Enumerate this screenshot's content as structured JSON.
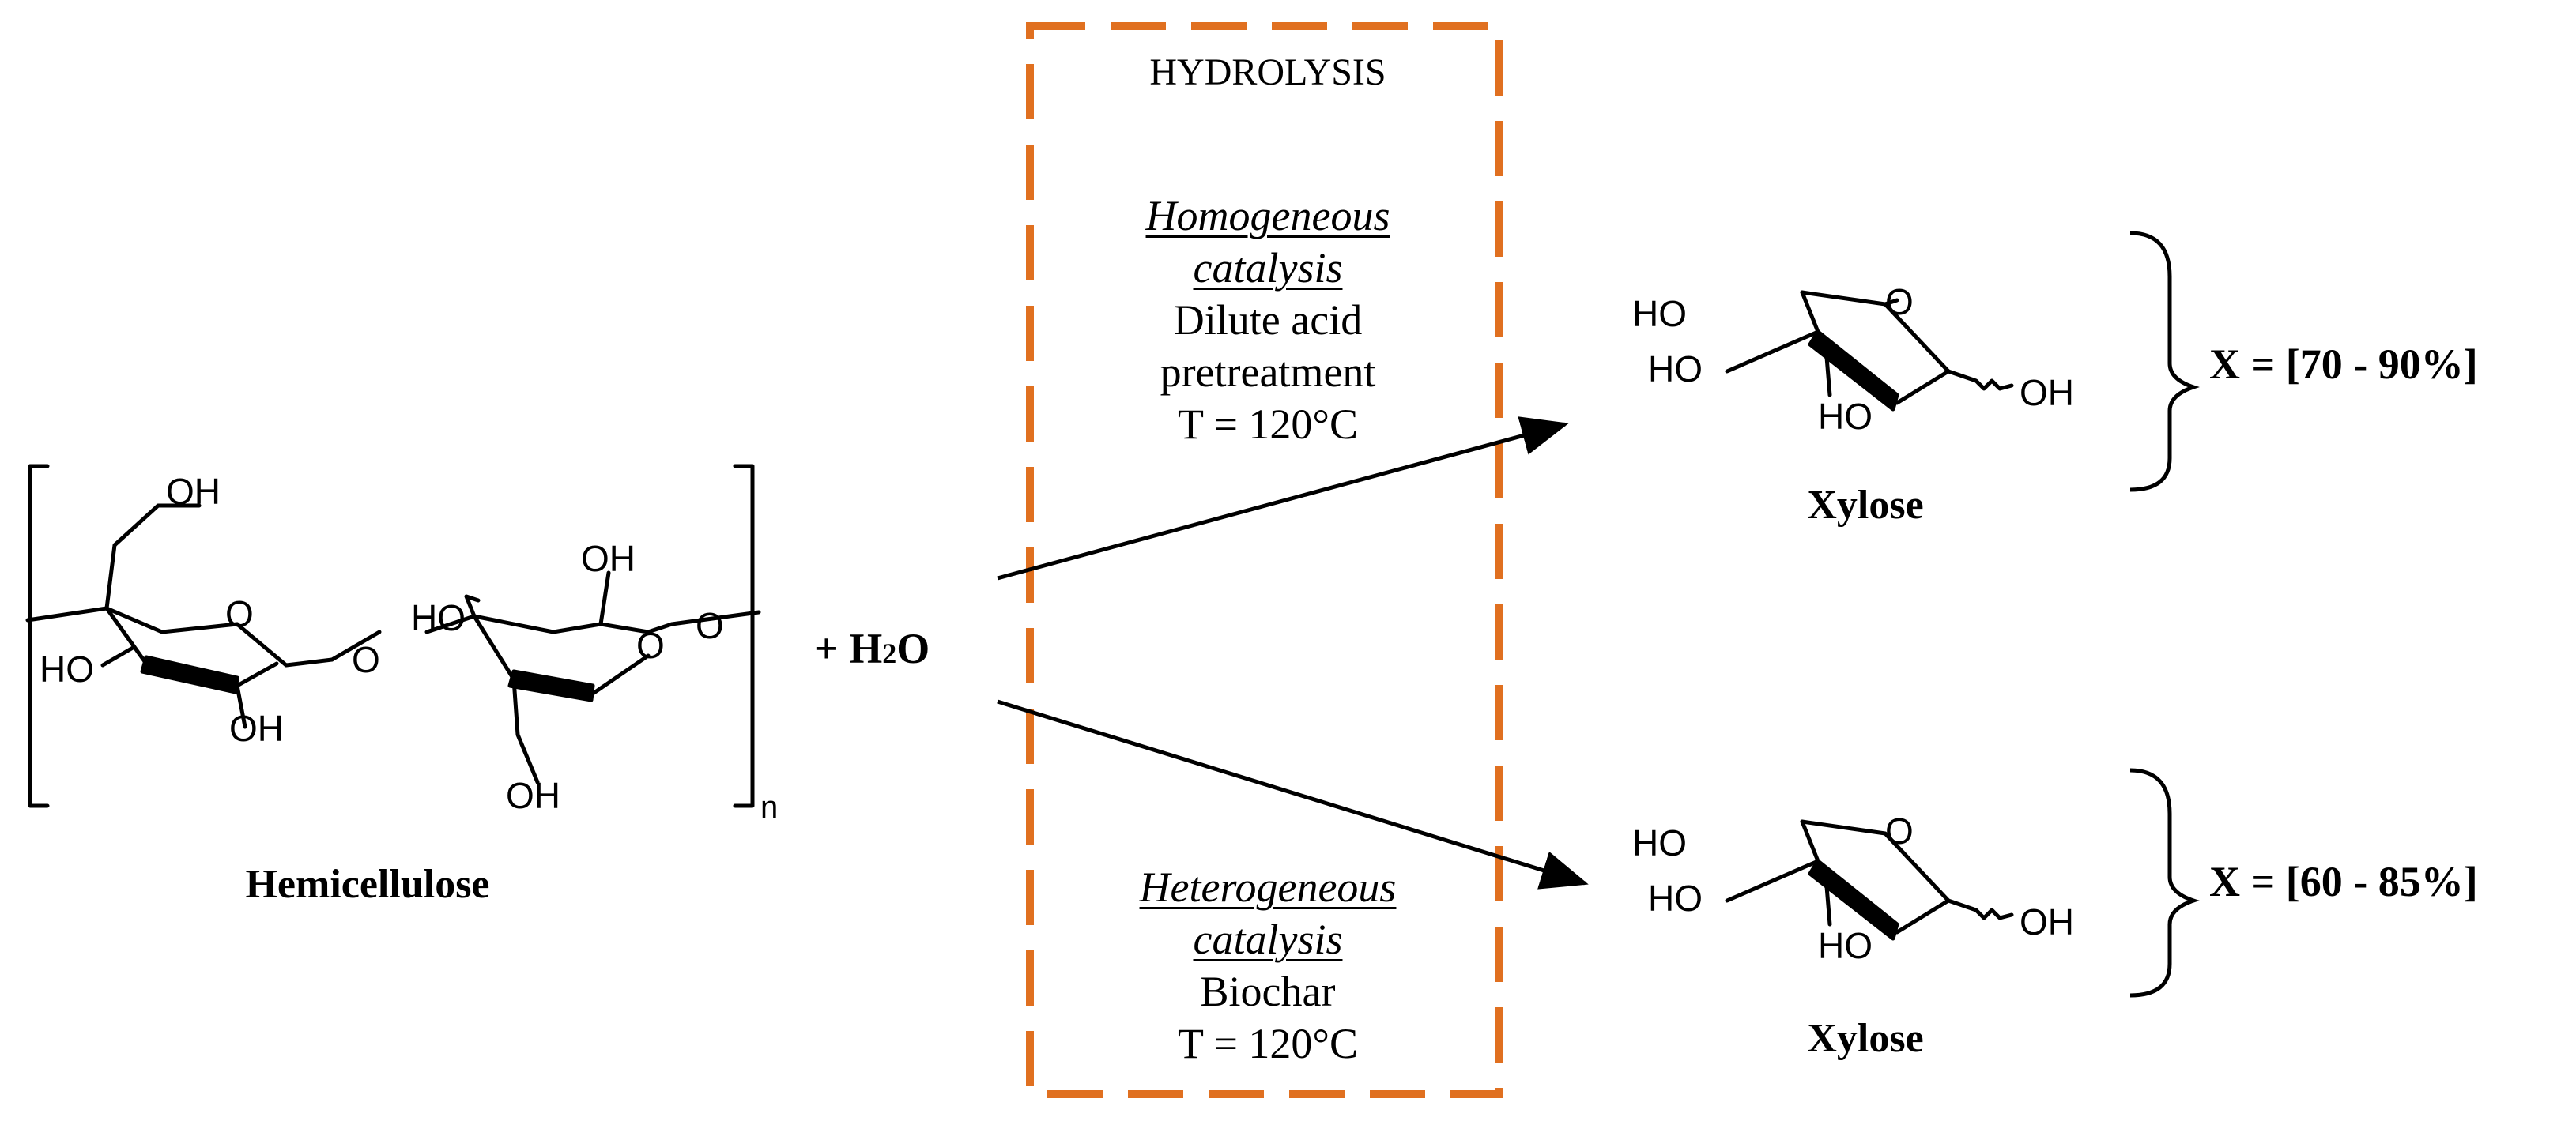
{
  "reactant": {
    "name": "Hemicellulose",
    "coreactant": "+ H",
    "coreactant_sub": "2",
    "coreactant_tail": "O",
    "repeat_subscript": "n",
    "atoms": {
      "oh": "OH",
      "ho": "HO",
      "o": "O"
    }
  },
  "hydrolysis": {
    "title": "HYDROLYSIS",
    "box_color": "#E07020",
    "homogeneous": {
      "heading_line1": "Homogeneous",
      "heading_line2": "catalysis",
      "detail_line1": "Dilute acid",
      "detail_line2": "pretreatment",
      "temperature": "T = 120°C"
    },
    "heterogeneous": {
      "heading_line1": "Heterogeneous",
      "heading_line2": "catalysis",
      "detail_line1": "Biochar",
      "temperature": "T = 120°C"
    }
  },
  "products": [
    {
      "name": "Xylose",
      "conversion": "X = [70 - 90%]"
    },
    {
      "name": "Xylose",
      "conversion": "X = [60 - 85%]"
    }
  ]
}
